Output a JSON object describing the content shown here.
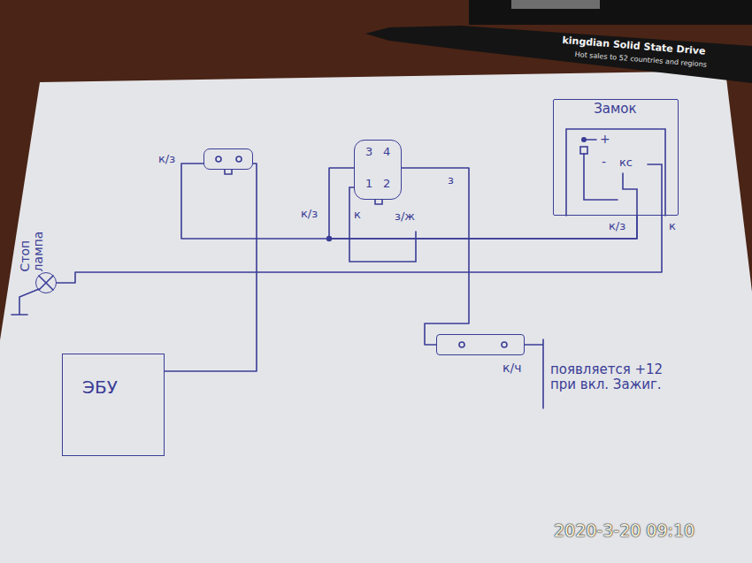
{
  "diagram": {
    "nodes": [
      {
        "text": [
          "к/з"
        ]
      },
      {
        "text": [
          "3",
          "4",
          "1",
          "2"
        ]
      },
      {
        "text": [
          "Замок"
        ]
      },
      {
        "text": [
          "Стоп лампа"
        ]
      },
      {
        "text": [
          "к/ч"
        ]
      },
      {
        "text": [
          "ЭБУ"
        ]
      }
    ],
    "edges": [
      {
        "from": 0,
        "to": 2,
        "arrow": "none"
      },
      {
        "from": 1,
        "to": 2,
        "arrow": "none"
      },
      {
        "from": 0,
        "to": 5,
        "arrow": "none"
      },
      {
        "from": 1,
        "to": 4,
        "arrow": "none"
      },
      {
        "from": 3,
        "to": 2,
        "arrow": "none"
      }
    ],
    "labels": [
      "к/з",
      "к",
      "з/ж",
      "з",
      "к/з",
      "к",
      "+",
      "-",
      "кс",
      "появляется +12 при вкл. Зажиг.",
      "kingdian Solid State Drive",
      "Hot sales to 52 countries and regions",
      "2020-3-20 09:10"
    ]
  }
}
